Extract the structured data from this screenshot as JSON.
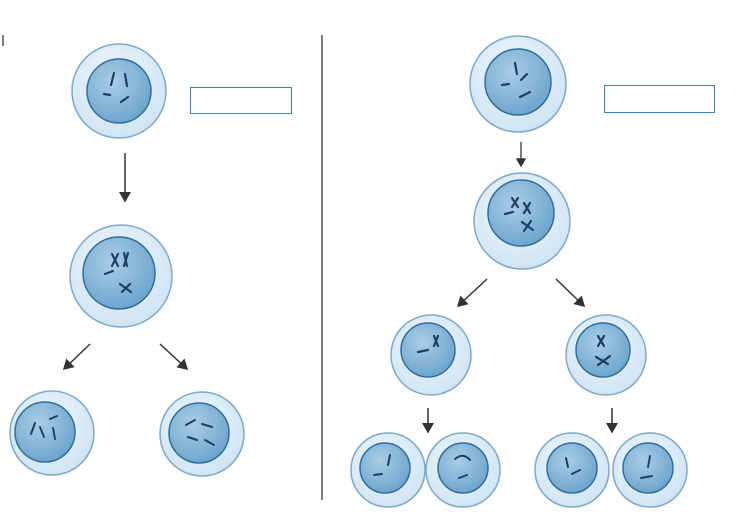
{
  "diagram": {
    "type": "cell-division-comparison",
    "left_process": {
      "stages": [
        "parent-cell",
        "replicated-chromosomes",
        "two-daughter-cells"
      ],
      "label_box_text": ""
    },
    "right_process": {
      "stages": [
        "parent-cell",
        "replicated-chromosomes",
        "first-division",
        "second-division-four-cells"
      ],
      "label_box_text": ""
    },
    "colors": {
      "cell_outer": "#ddeef8",
      "cell_outer_stroke": "#7ea9c9",
      "nucleus": "#7fb2d6",
      "nucleus_stroke": "#2f6f9f",
      "chromosome": "#1f3f66",
      "arrow": "#333333",
      "divider": "#555555",
      "label_border": "#3f7fb8"
    }
  }
}
